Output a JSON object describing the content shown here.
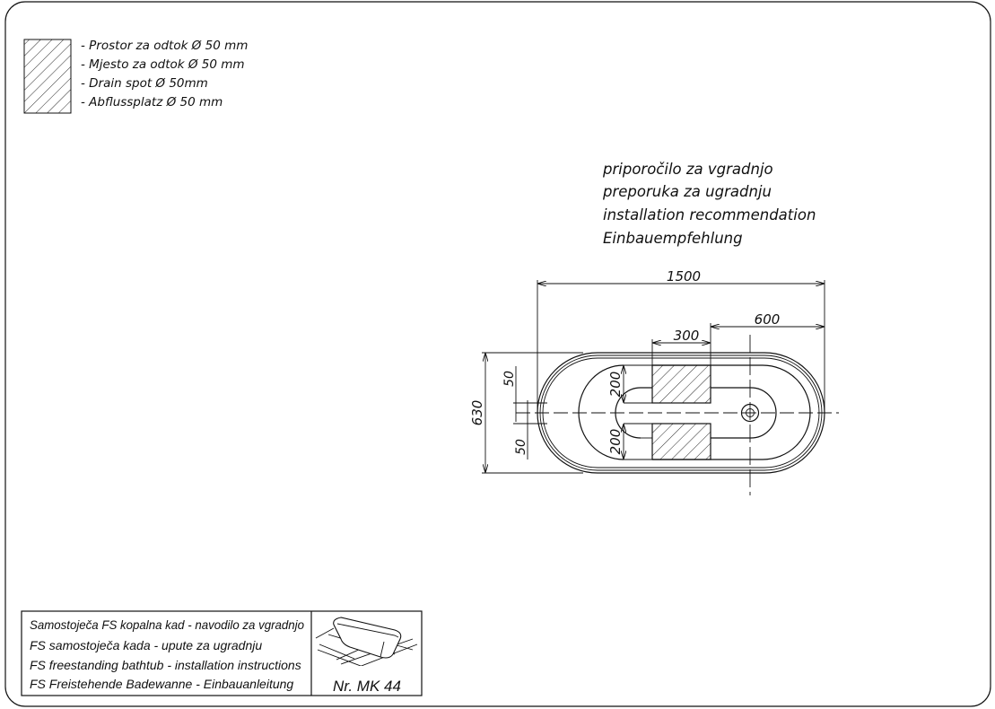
{
  "legend": {
    "items": [
      "- Prostor za odtok Ø 50 mm",
      "- Mjesto za odtok Ø 50 mm",
      "- Drain spot Ø 50mm",
      "- Abflussplatz Ø 50 mm"
    ]
  },
  "recommendation": {
    "lines": [
      "priporočilo za vgradnjo",
      "preporuka za ugradnju",
      "installation recommendation",
      "Einbauempfehlung"
    ]
  },
  "dimensions": {
    "length": "1500",
    "drain_offset": "600",
    "drain_zone_width": "300",
    "width": "630",
    "zone_upper": "200",
    "zone_lower": "200",
    "gap_upper": "50",
    "gap_lower": "50"
  },
  "title_block": {
    "lines": [
      "Samostoječa FS kopalna kad - navodilo za vgradnjo",
      "FS samostoječa kada - upute za ugradnju",
      "FS freestanding bathtub - installation instructions",
      "FS Freistehende Badewanne - Einbauanleitung"
    ],
    "model": "Nr. MK 44"
  }
}
